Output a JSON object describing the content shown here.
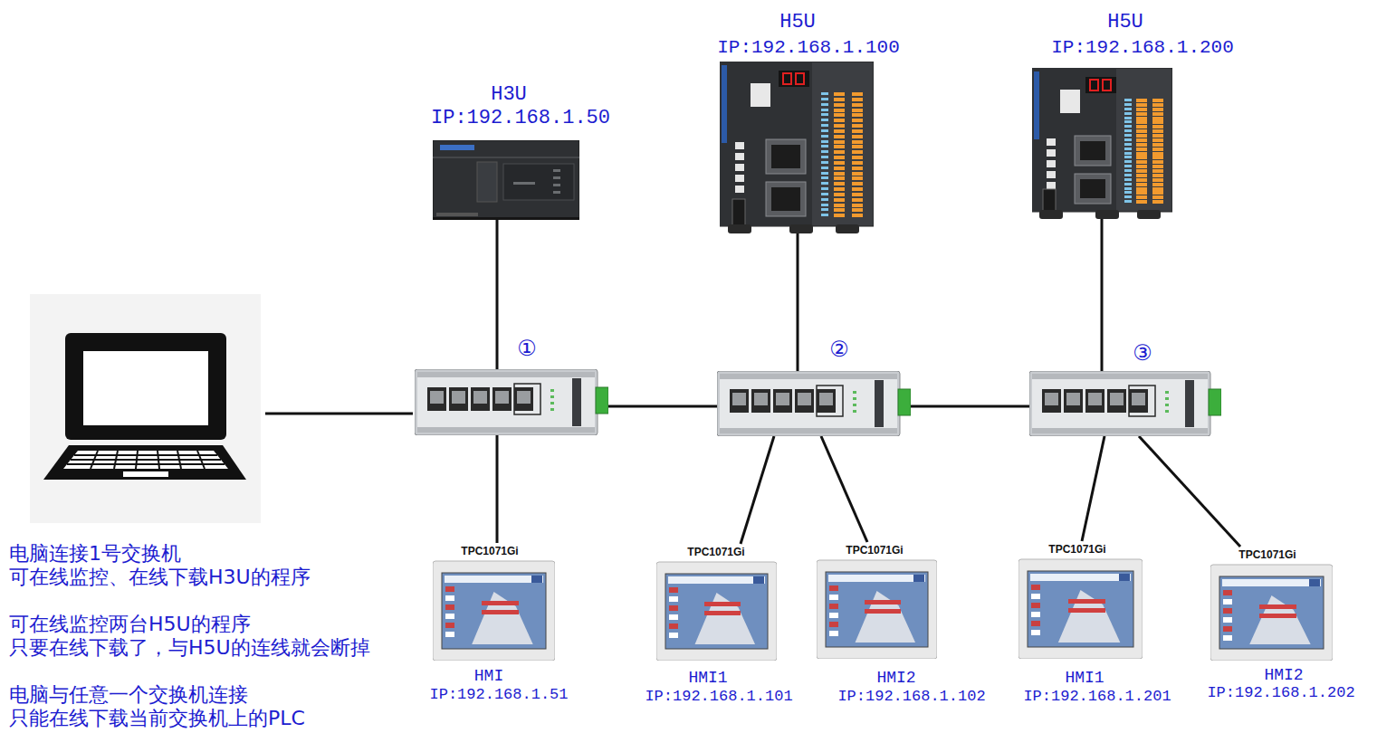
{
  "diagram": {
    "nodes": [
      {
        "text": [
          "H3U",
          "IP:192.168.1.50"
        ]
      },
      {
        "text": [
          "H5U",
          "IP:192.168.1.100"
        ]
      },
      {
        "text": [
          "H5U",
          "IP:192.168.1.200"
        ]
      },
      {
        "text": [
          "①"
        ]
      },
      {
        "text": [
          "②"
        ]
      },
      {
        "text": [
          "③"
        ]
      },
      {
        "text": [
          "TPC1071Gi",
          "HMI",
          "IP:192.168.1.51"
        ]
      },
      {
        "text": [
          "TPC1071Gi",
          "HMI1",
          "IP:192.168.1.101"
        ]
      },
      {
        "text": [
          "TPC1071Gi",
          "HMI2",
          "IP:192.168.1.102"
        ]
      },
      {
        "text": [
          "TPC1071Gi",
          "HMI1",
          "IP:192.168.1.201"
        ]
      },
      {
        "text": [
          "TPC1071Gi",
          "HMI2",
          "IP:192.168.1.202"
        ]
      }
    ],
    "edges": [
      {
        "from": 0,
        "to": 3,
        "arrow": "none"
      },
      {
        "from": 1,
        "to": 4,
        "arrow": "none"
      },
      {
        "from": 2,
        "to": 5,
        "arrow": "none"
      },
      {
        "from": 3,
        "to": 4,
        "arrow": "none"
      },
      {
        "from": 4,
        "to": 5,
        "arrow": "none"
      },
      {
        "from": 3,
        "to": 6,
        "arrow": "none"
      },
      {
        "from": 4,
        "to": 7,
        "arrow": "none"
      },
      {
        "from": 4,
        "to": 8,
        "arrow": "none"
      },
      {
        "from": 5,
        "to": 9,
        "arrow": "none"
      },
      {
        "from": 5,
        "to": 10,
        "arrow": "none"
      }
    ],
    "labels": [
      "电脑连接1号交换机",
      "可在线监控、在线下载H3U的程序",
      "可在线监控两台H5U的程序",
      "只要在线下载了，与H5U的连线就会断掉",
      "电脑与任意一个交换机连接",
      "只能在线下载当前交换机上的PLC"
    ]
  }
}
